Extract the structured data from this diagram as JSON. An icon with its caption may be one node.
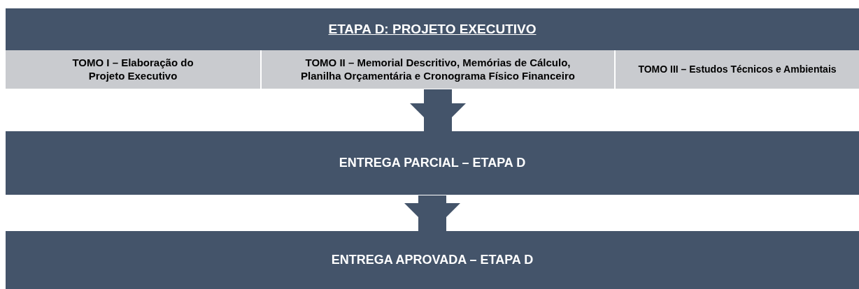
{
  "diagram": {
    "nodes": [
      {
        "text": [
          "ETAPA D: PROJETO EXECUTIVO"
        ]
      },
      {
        "text": [
          "TOMO I – Elaboração do Projeto Executivo"
        ]
      },
      {
        "text": [
          "TOMO II – Memorial Descritivo, Memórias de Cálculo, Planilha Orçamentária e Cronograma Físico Financeiro"
        ]
      },
      {
        "text": [
          "TOMO III – Estudos Técnicos e Ambientais"
        ]
      },
      {
        "text": [
          "ENTREGA PARCIAL – ETAPA D"
        ]
      },
      {
        "text": [
          "ENTREGA APROVADA – ETAPA D"
        ]
      }
    ],
    "edges": [
      {
        "from": 2,
        "to": 4,
        "arrow": "to"
      },
      {
        "from": 4,
        "to": 5,
        "arrow": "to"
      }
    ]
  }
}
